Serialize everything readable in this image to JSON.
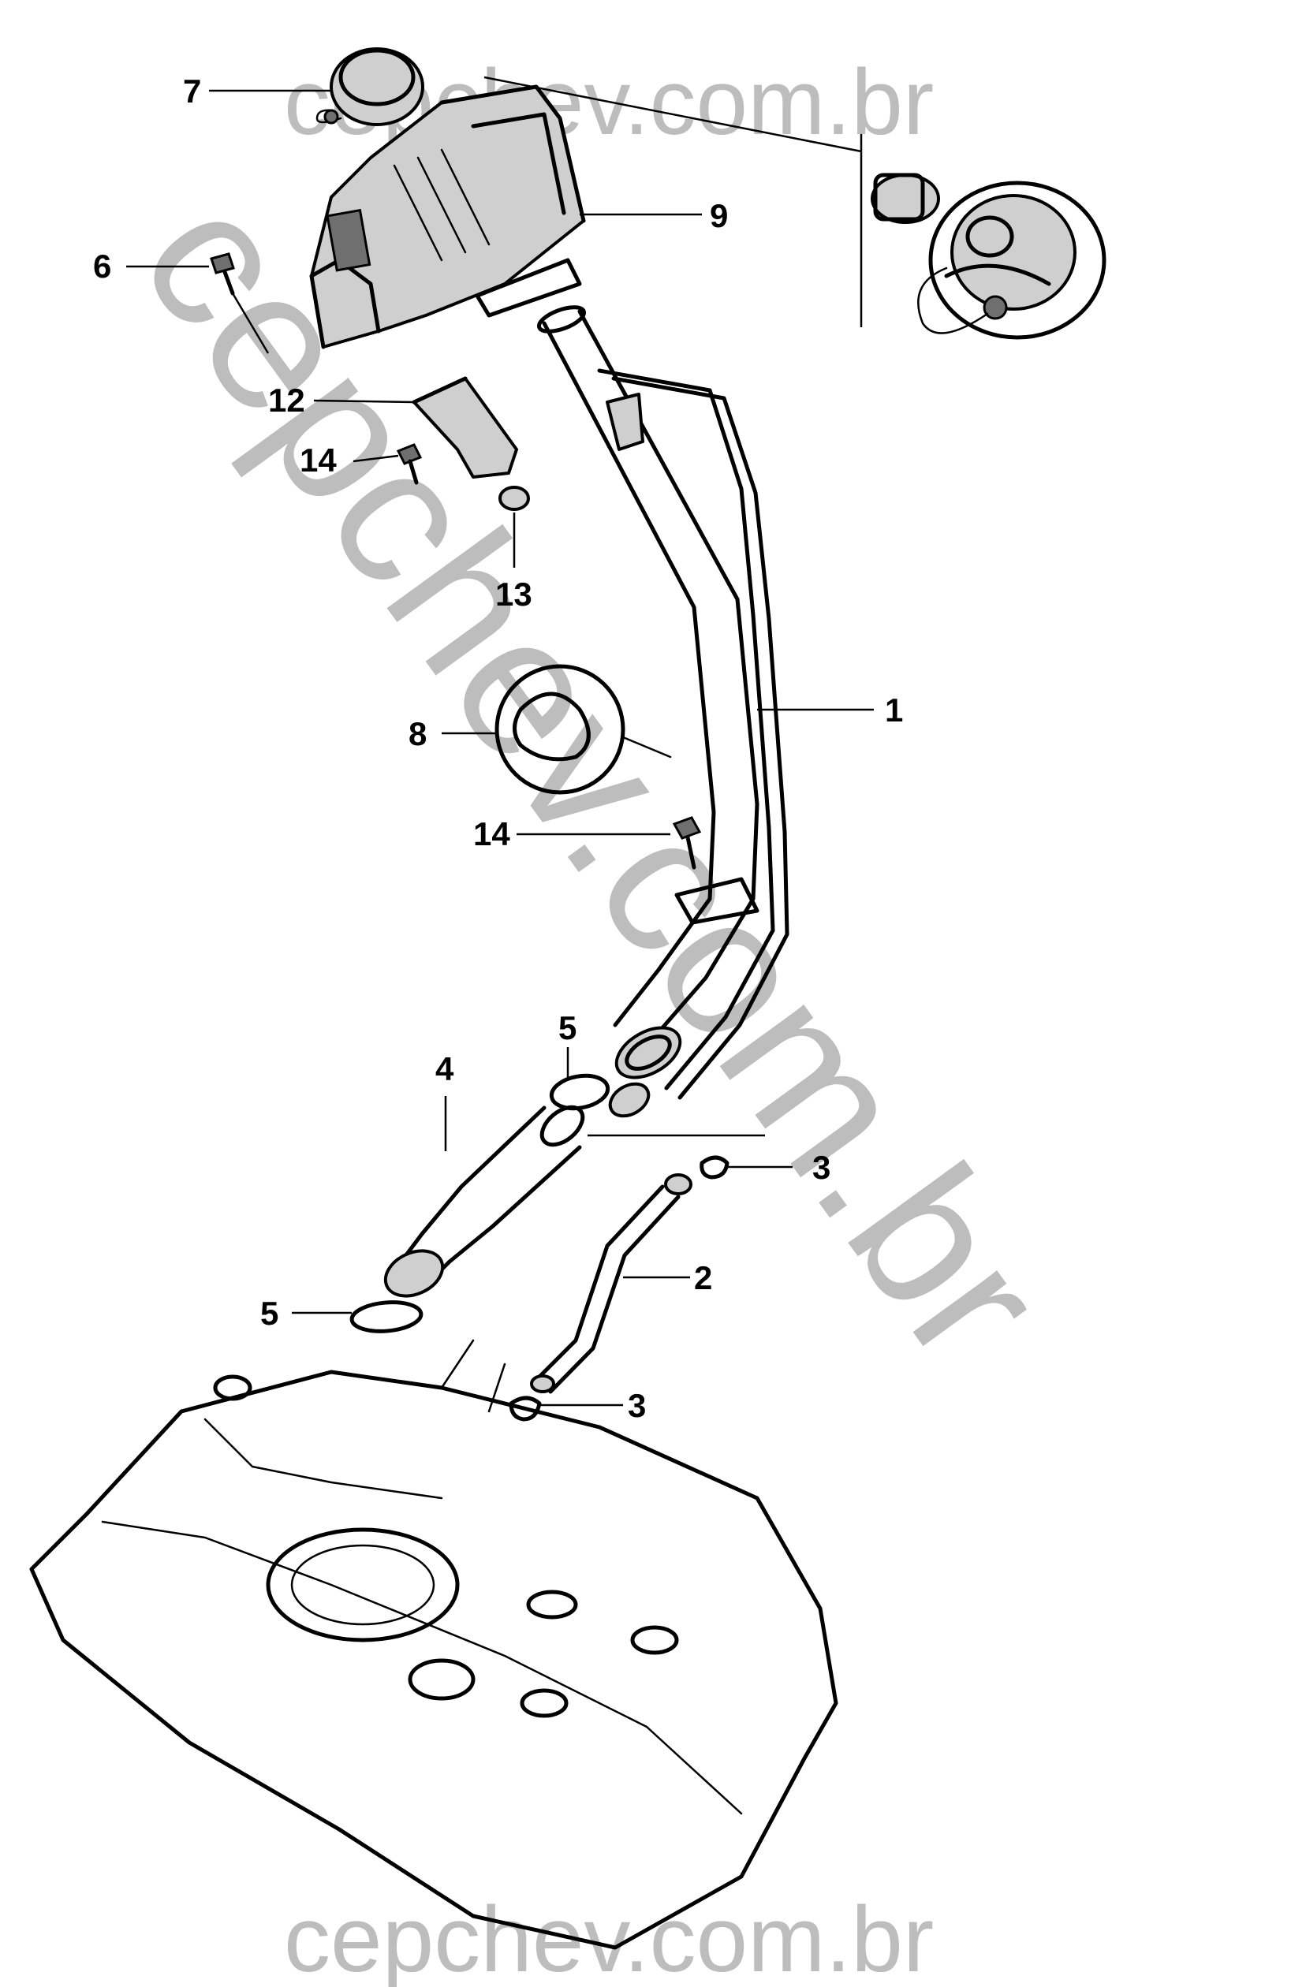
{
  "watermark": {
    "top": "cepchev.com.br",
    "diagonal": "cepchev.com.br",
    "bottom": "cepchev.com.br"
  },
  "callouts": {
    "c1": "1",
    "c2": "2",
    "c3a": "3",
    "c3b": "3",
    "c4": "4",
    "c5a": "5",
    "c5b": "5",
    "c6": "6",
    "c7": "7",
    "c8": "8",
    "c9": "9",
    "c12": "12",
    "c13": "13",
    "c14a": "14",
    "c14b": "14"
  }
}
